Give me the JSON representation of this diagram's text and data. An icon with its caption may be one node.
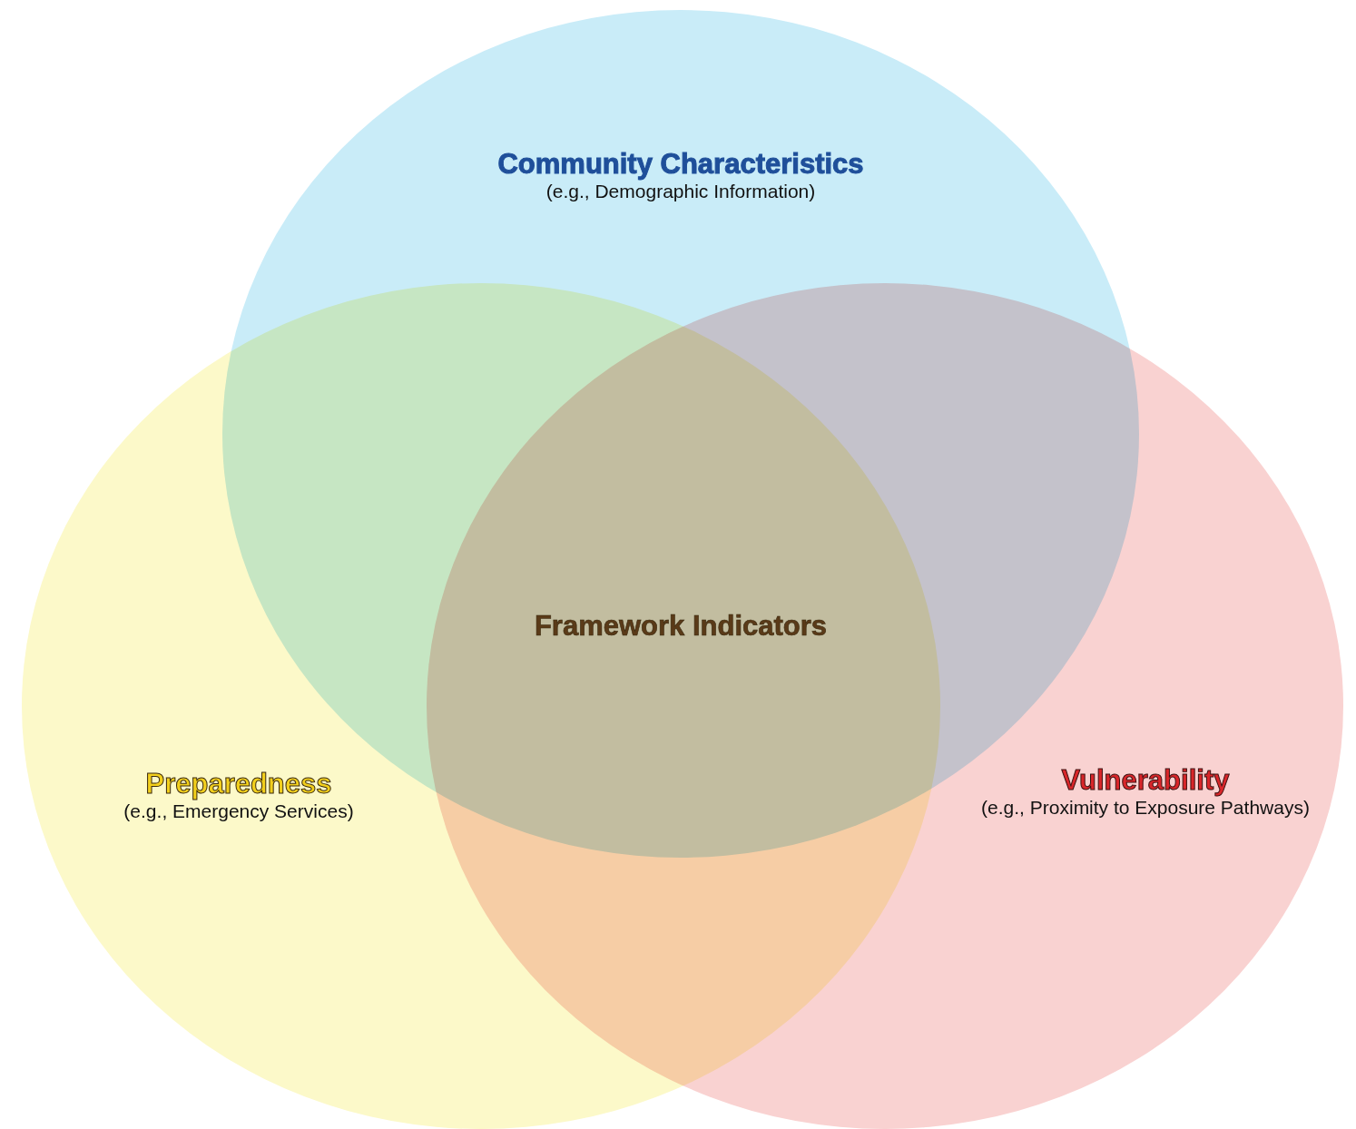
{
  "diagram": {
    "nodes": [
      {
        "text": [
          "Community Characteristics",
          "(e.g., Demographic Information)"
        ]
      },
      {
        "text": [
          "Preparedness",
          "(e.g., Emergency Services)"
        ]
      },
      {
        "text": [
          "Vulnerability",
          "(e.g., Proximity to Exposure Pathways)"
        ]
      }
    ],
    "edges": [],
    "labels": [
      "Framework Indicators"
    ]
  }
}
